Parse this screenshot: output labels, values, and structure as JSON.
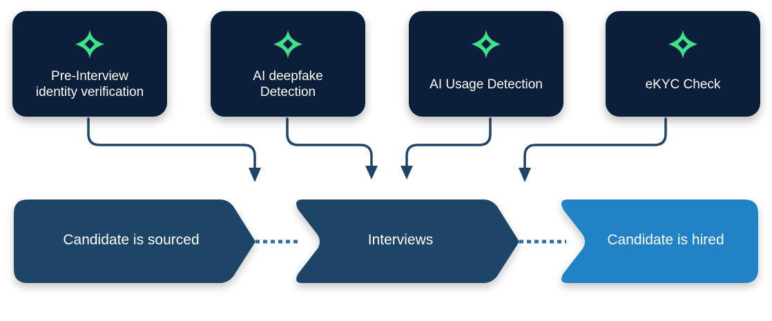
{
  "checks": [
    {
      "label": "Pre-Interview\nidentity verification",
      "icon": "sparkle-icon"
    },
    {
      "label": "AI deepfake\nDetection",
      "icon": "sparkle-icon"
    },
    {
      "label": "AI Usage Detection",
      "icon": "sparkle-icon"
    },
    {
      "label": "eKYC Check",
      "icon": "sparkle-icon"
    }
  ],
  "stages": [
    {
      "label": "Candidate is sourced"
    },
    {
      "label": "Interviews"
    },
    {
      "label": "Candidate is hired"
    }
  ],
  "colors": {
    "card_bg": "#0b1f3a",
    "icon_green": "#3fe08a",
    "stage_dark": "#1e4468",
    "stage_hired": "#2282c6",
    "arrow": "#1e4468",
    "dotted_connector": "#2a6da8"
  }
}
